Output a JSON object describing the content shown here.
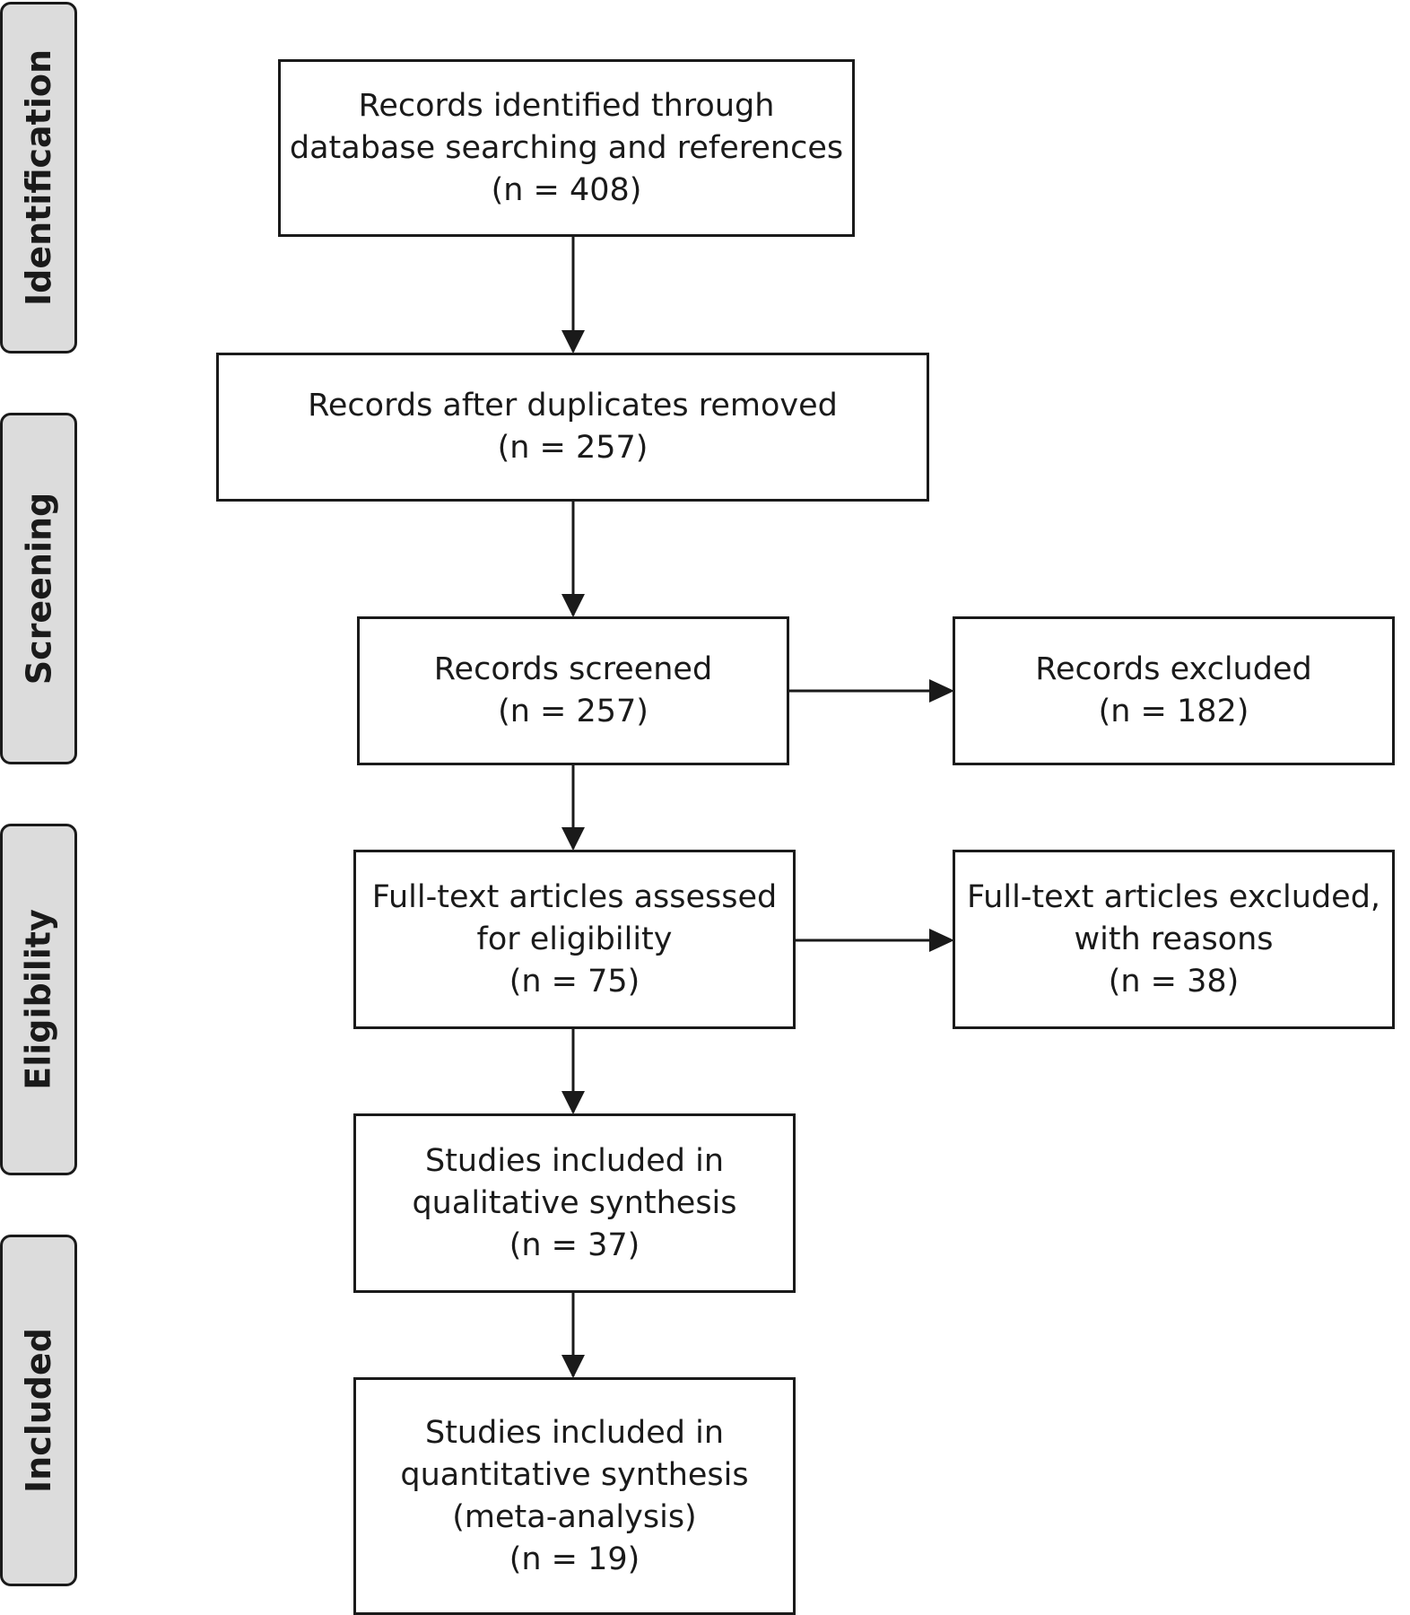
{
  "stages": {
    "identification": "Identification",
    "screening": "Screening",
    "eligibility": "Eligibility",
    "included": "Included"
  },
  "boxes": {
    "identified": {
      "lines": [
        "Records identified through",
        "database searching and references",
        "(n = 408)"
      ],
      "n": 408
    },
    "after_duplicates": {
      "lines": [
        "Records after duplicates removed",
        "(n = 257)"
      ],
      "n": 257
    },
    "screened": {
      "lines": [
        "Records screened",
        "(n = 257)"
      ],
      "n": 257
    },
    "excluded": {
      "lines": [
        "Records excluded",
        "(n = 182)"
      ],
      "n": 182
    },
    "fulltext_assessed": {
      "lines": [
        "Full-text articles assessed",
        "for eligibility",
        "(n = 75)"
      ],
      "n": 75
    },
    "fulltext_excluded": {
      "lines": [
        "Full-text articles excluded,",
        "with reasons",
        "(n = 38)"
      ],
      "n": 38
    },
    "qualitative": {
      "lines": [
        "Studies included in",
        "qualitative synthesis",
        "(n = 37)"
      ],
      "n": 37
    },
    "quantitative": {
      "lines": [
        "Studies included in",
        "quantitative synthesis",
        "(meta-analysis)",
        "(n = 19)"
      ],
      "n": 19
    }
  },
  "colors": {
    "stroke": "#1a1a1a",
    "stage_fill": "#dcdcdc",
    "box_fill": "#ffffff"
  }
}
